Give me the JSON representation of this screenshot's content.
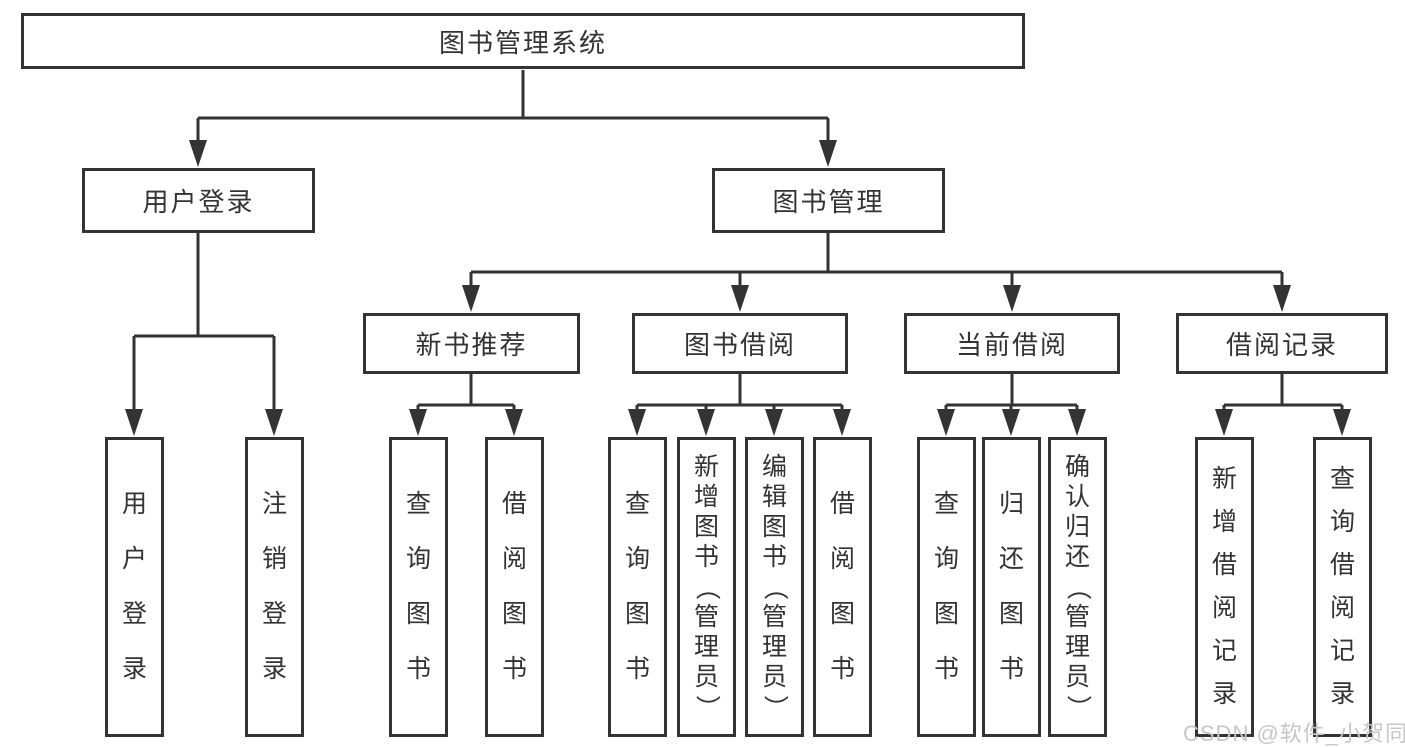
{
  "page": {
    "background": "#ffffff",
    "line_color": "#333333",
    "text_color": "#333333",
    "watermark_color": "#c7c7c7"
  },
  "watermark": "CSDN @软件_小贺同学",
  "tree": {
    "root": "图书管理系统",
    "children": [
      {
        "label": "用户登录",
        "children": [
          "用户登录",
          "注销登录"
        ]
      },
      {
        "label": "图书管理",
        "children": [
          {
            "label": "新书推荐",
            "children": [
              "查询图书",
              "借阅图书"
            ]
          },
          {
            "label": "图书借阅",
            "children": [
              "查询图书",
              "新增图书（管理员）",
              "编辑图书（管理员）",
              "借阅图书"
            ]
          },
          {
            "label": "当前借阅",
            "children": [
              "查询图书",
              "归还图书",
              "确认归还（管理员）"
            ]
          },
          {
            "label": "借阅记录",
            "children": [
              "新增借阅记录",
              "查询借阅记录"
            ]
          }
        ]
      }
    ]
  }
}
